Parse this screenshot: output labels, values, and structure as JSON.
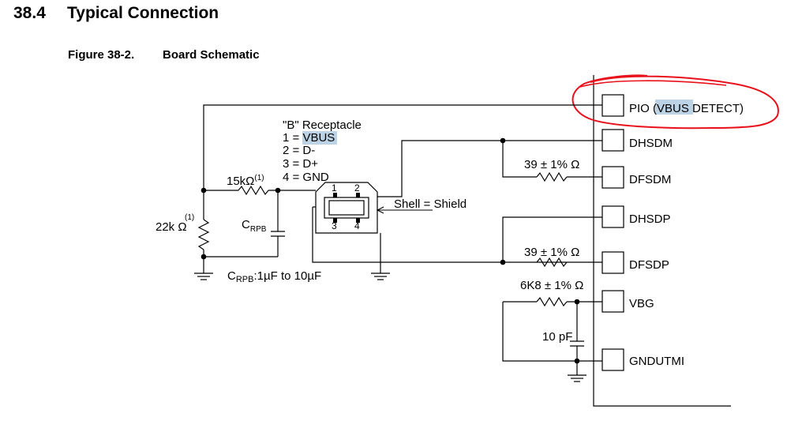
{
  "section": {
    "number": "38.4",
    "title": "Typical Connection"
  },
  "figure": {
    "number": "Figure 38-2.",
    "title": "Board Schematic"
  },
  "receptacle": {
    "title": "\"B\" Receptacle",
    "pins": {
      "p1": "1 = ",
      "p1_name": "VBUS",
      "p2": "2 = D-",
      "p3": "3 = D+",
      "p4": "4 = GND"
    },
    "pin_numbers": [
      "1",
      "2",
      "3",
      "4"
    ]
  },
  "shell_label": "Shell = Shield",
  "components": {
    "r15k": "15kΩ",
    "r15k_note": "(1)",
    "r22k": "22k Ω",
    "r22k_note": "(1)",
    "crpb_c": "C",
    "crpb_sub": "RPB",
    "crpb_value_prefix": "C",
    "crpb_value_sub": "RPB",
    "crpb_value": ":1µF to 10µF",
    "r39_a": "39 ± 1% Ω",
    "r39_b": "39 ± 1% Ω",
    "r6k8": "6K8 ± 1% Ω",
    "c10p": "10 pF"
  },
  "chip_pins": {
    "pio_prefix": "PIO (",
    "pio_vbus": "VBUS",
    "pio_suffix": " DETECT)",
    "dhsdm": "DHSDM",
    "dfsdm": "DFSDM",
    "dhsdp": "DHSDP",
    "dfsdp": "DFSDP",
    "vbg": "VBG",
    "gndutmi": "GNDUTMI"
  },
  "colors": {
    "annotation": "#e8101a",
    "highlight": "#bcd3e6"
  }
}
